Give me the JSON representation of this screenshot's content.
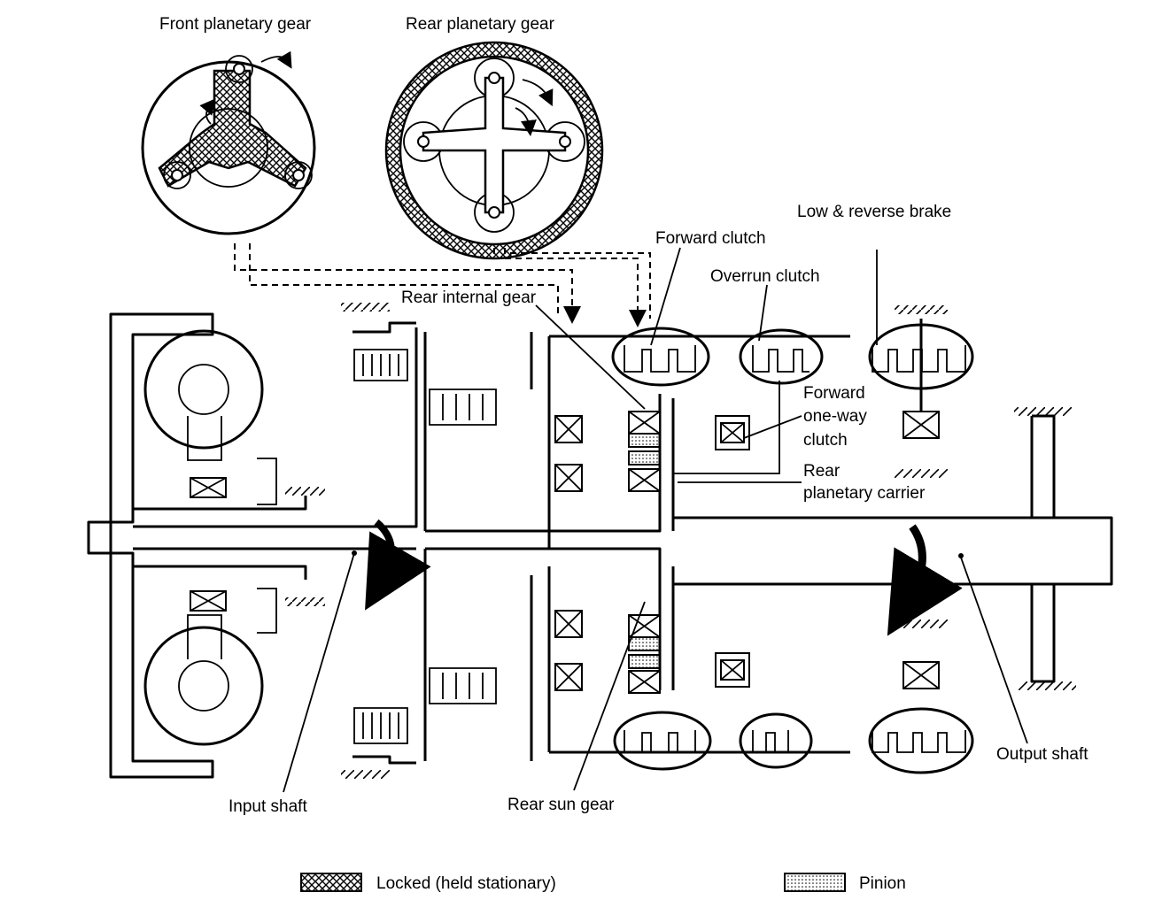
{
  "gears": {
    "front": "Front planetary gear",
    "rear": "Rear planetary gear"
  },
  "labels": {
    "low_reverse_brake": "Low & reverse brake",
    "forward_clutch": "Forward clutch",
    "overrun_clutch": "Overrun clutch",
    "rear_internal_gear": "Rear internal gear",
    "forward_one_way_clutch": [
      "Forward",
      "one-way",
      "clutch"
    ],
    "rear_planetary_carrier": [
      "Rear",
      "planetary carrier"
    ],
    "input_shaft": "Input shaft",
    "output_shaft": "Output shaft",
    "rear_sun_gear": "Rear sun gear"
  },
  "legend": {
    "locked": "Locked (held stationary)",
    "pinion": "Pinion"
  }
}
